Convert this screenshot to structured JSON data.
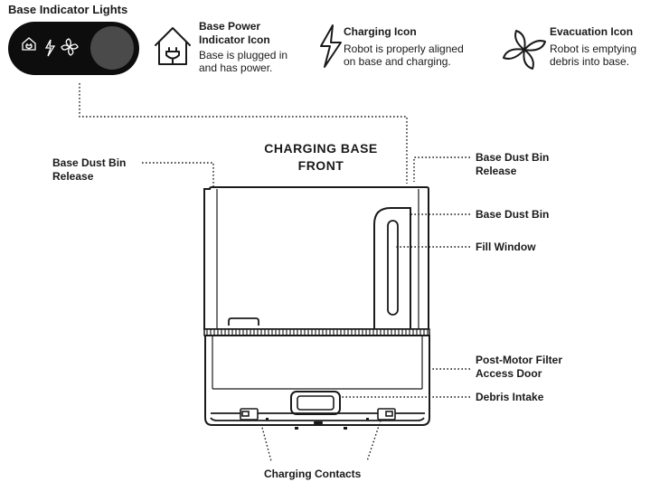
{
  "indicator_panel": {
    "title": "Base Indicator Lights"
  },
  "icons": {
    "power": {
      "title_line1": "Base Power",
      "title_line2": "Indicator Icon",
      "desc_line1": "Base is plugged in",
      "desc_line2": "and has power."
    },
    "charging": {
      "title": "Charging Icon",
      "desc_line1": "Robot is properly aligned",
      "desc_line2": "on base and charging."
    },
    "evacuation": {
      "title": "Evacuation Icon",
      "desc_line1": "Robot is emptying",
      "desc_line2": "debris into base."
    }
  },
  "base": {
    "title_line1": "CHARGING BASE",
    "title_line2": "FRONT"
  },
  "callouts": {
    "dust_bin_release_left": [
      "Base Dust Bin",
      "Release"
    ],
    "dust_bin_release_right": [
      "Base Dust Bin",
      "Release"
    ],
    "dust_bin": "Base Dust Bin",
    "fill_window": "Fill Window",
    "post_motor_filter": [
      "Post-Motor Filter",
      "Access Door"
    ],
    "debris_intake": "Debris Intake",
    "charging_contacts": "Charging Contacts"
  },
  "colors": {
    "ink": "#1a1a1a",
    "panel_bg": "#0d0d0d",
    "button": "#4a4a4a"
  }
}
